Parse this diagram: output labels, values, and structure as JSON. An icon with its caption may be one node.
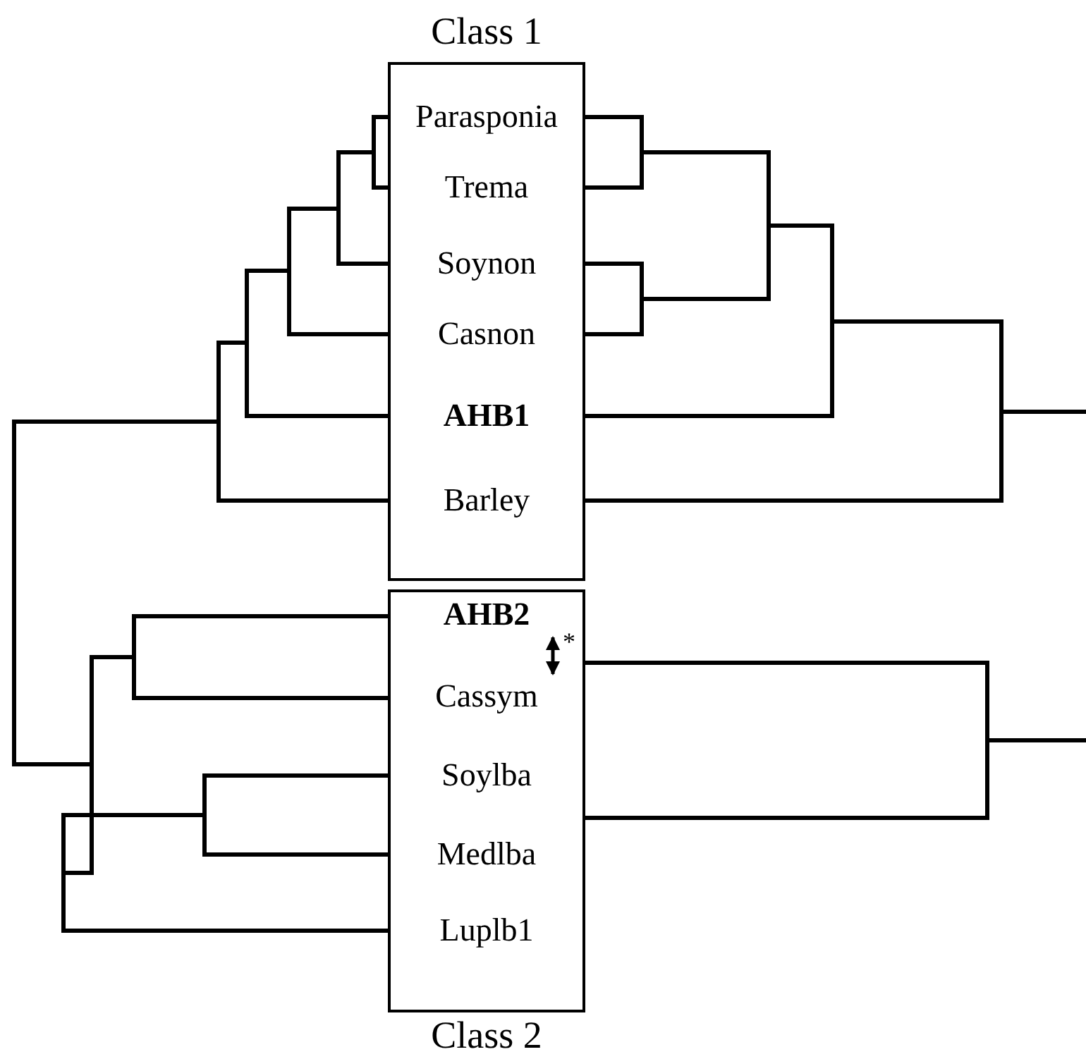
{
  "diagram": {
    "nodes": [
      {
        "text": [
          "Class 1"
        ]
      },
      {
        "text": [
          "Parasponia"
        ],
        "in": 0
      },
      {
        "text": [
          "Trema"
        ],
        "in": 0
      },
      {
        "text": [
          "Soynon"
        ],
        "in": 0
      },
      {
        "text": [
          "Casnon"
        ],
        "in": 0
      },
      {
        "text": [
          "AHB1"
        ],
        "in": 0
      },
      {
        "text": [
          "Barley"
        ],
        "in": 0
      },
      {
        "text": [
          "Class 2"
        ]
      },
      {
        "text": [
          "AHB2"
        ],
        "in": 7
      },
      {
        "text": [
          "Cassym"
        ],
        "in": 7
      },
      {
        "text": [
          "Soylba"
        ],
        "in": 7
      },
      {
        "text": [
          "Medlba"
        ],
        "in": 7
      },
      {
        "text": [
          "Luplb1"
        ],
        "in": 7
      }
    ],
    "edges": [
      {
        "from": 8,
        "to": 9,
        "arrow": "both",
        "label": "*"
      }
    ]
  }
}
